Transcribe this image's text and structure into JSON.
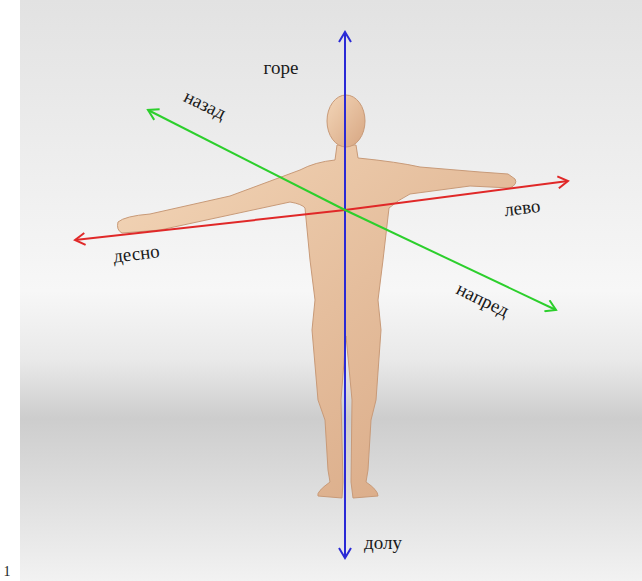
{
  "diagram": {
    "labels": [
      "горе",
      "назад",
      "лево",
      "десно",
      "напред",
      "долу",
      "1"
    ]
  }
}
